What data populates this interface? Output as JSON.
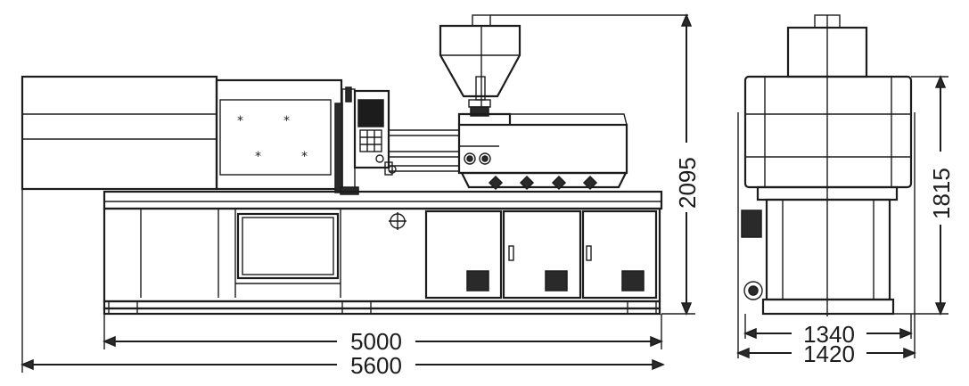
{
  "dimensions": {
    "front_overall_length": "5600",
    "front_base_length": "5000",
    "front_height": "2095",
    "side_base_width": "1340",
    "side_overall_width": "1420",
    "side_height": "1815"
  },
  "colors": {
    "line": "#1c1c1c",
    "fill_dark": "#2a2a2a",
    "background": "#ffffff"
  },
  "icons": {
    "warning_mark": "*",
    "crosshair": "crosshair-icon"
  }
}
